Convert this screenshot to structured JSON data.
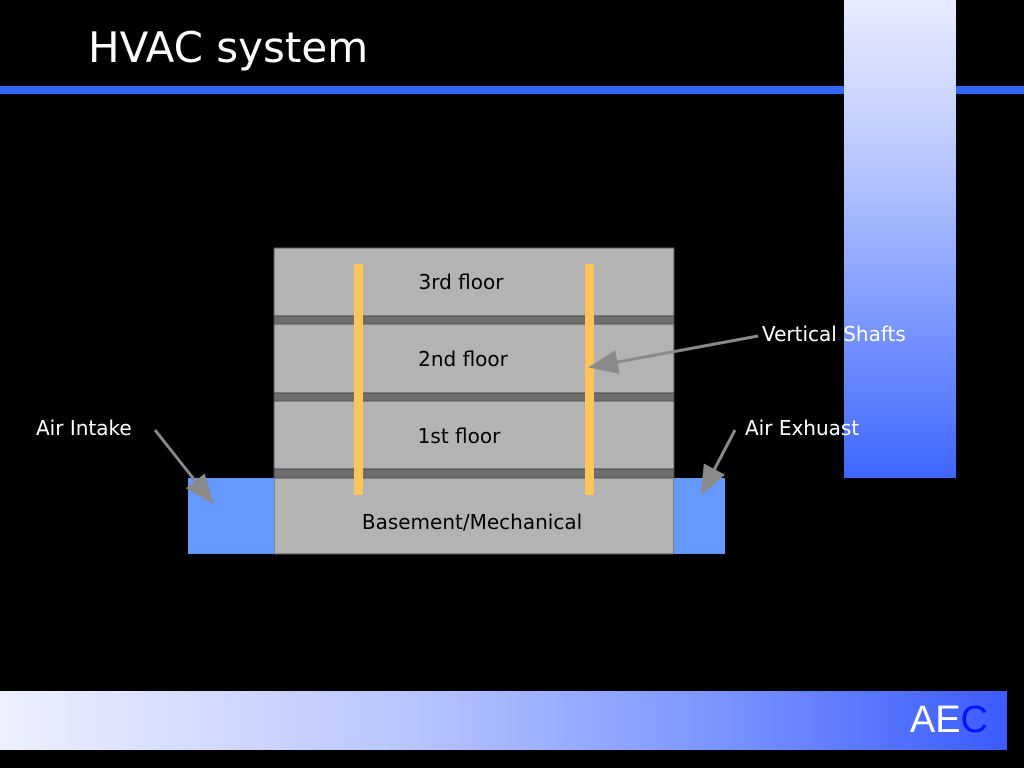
{
  "slide": {
    "title": "HVAC system",
    "logo_prefix": "AE",
    "logo_accent": "C"
  },
  "diagram": {
    "floors": [
      "3rd floor",
      "2nd floor",
      "1st floor"
    ],
    "basement": "Basement/Mechanical",
    "labels": {
      "air_intake": "Air Intake",
      "air_exhaust": "Air Exhuast",
      "vertical_shafts": "Vertical Shafts"
    }
  },
  "colors": {
    "background": "#000000",
    "accent_blue": "#3366ff",
    "floor_gray": "#b3b3b3",
    "slab_gray": "#6e6e6e",
    "shaft_orange": "#ffc45a",
    "vent_blue": "#6699ff"
  }
}
